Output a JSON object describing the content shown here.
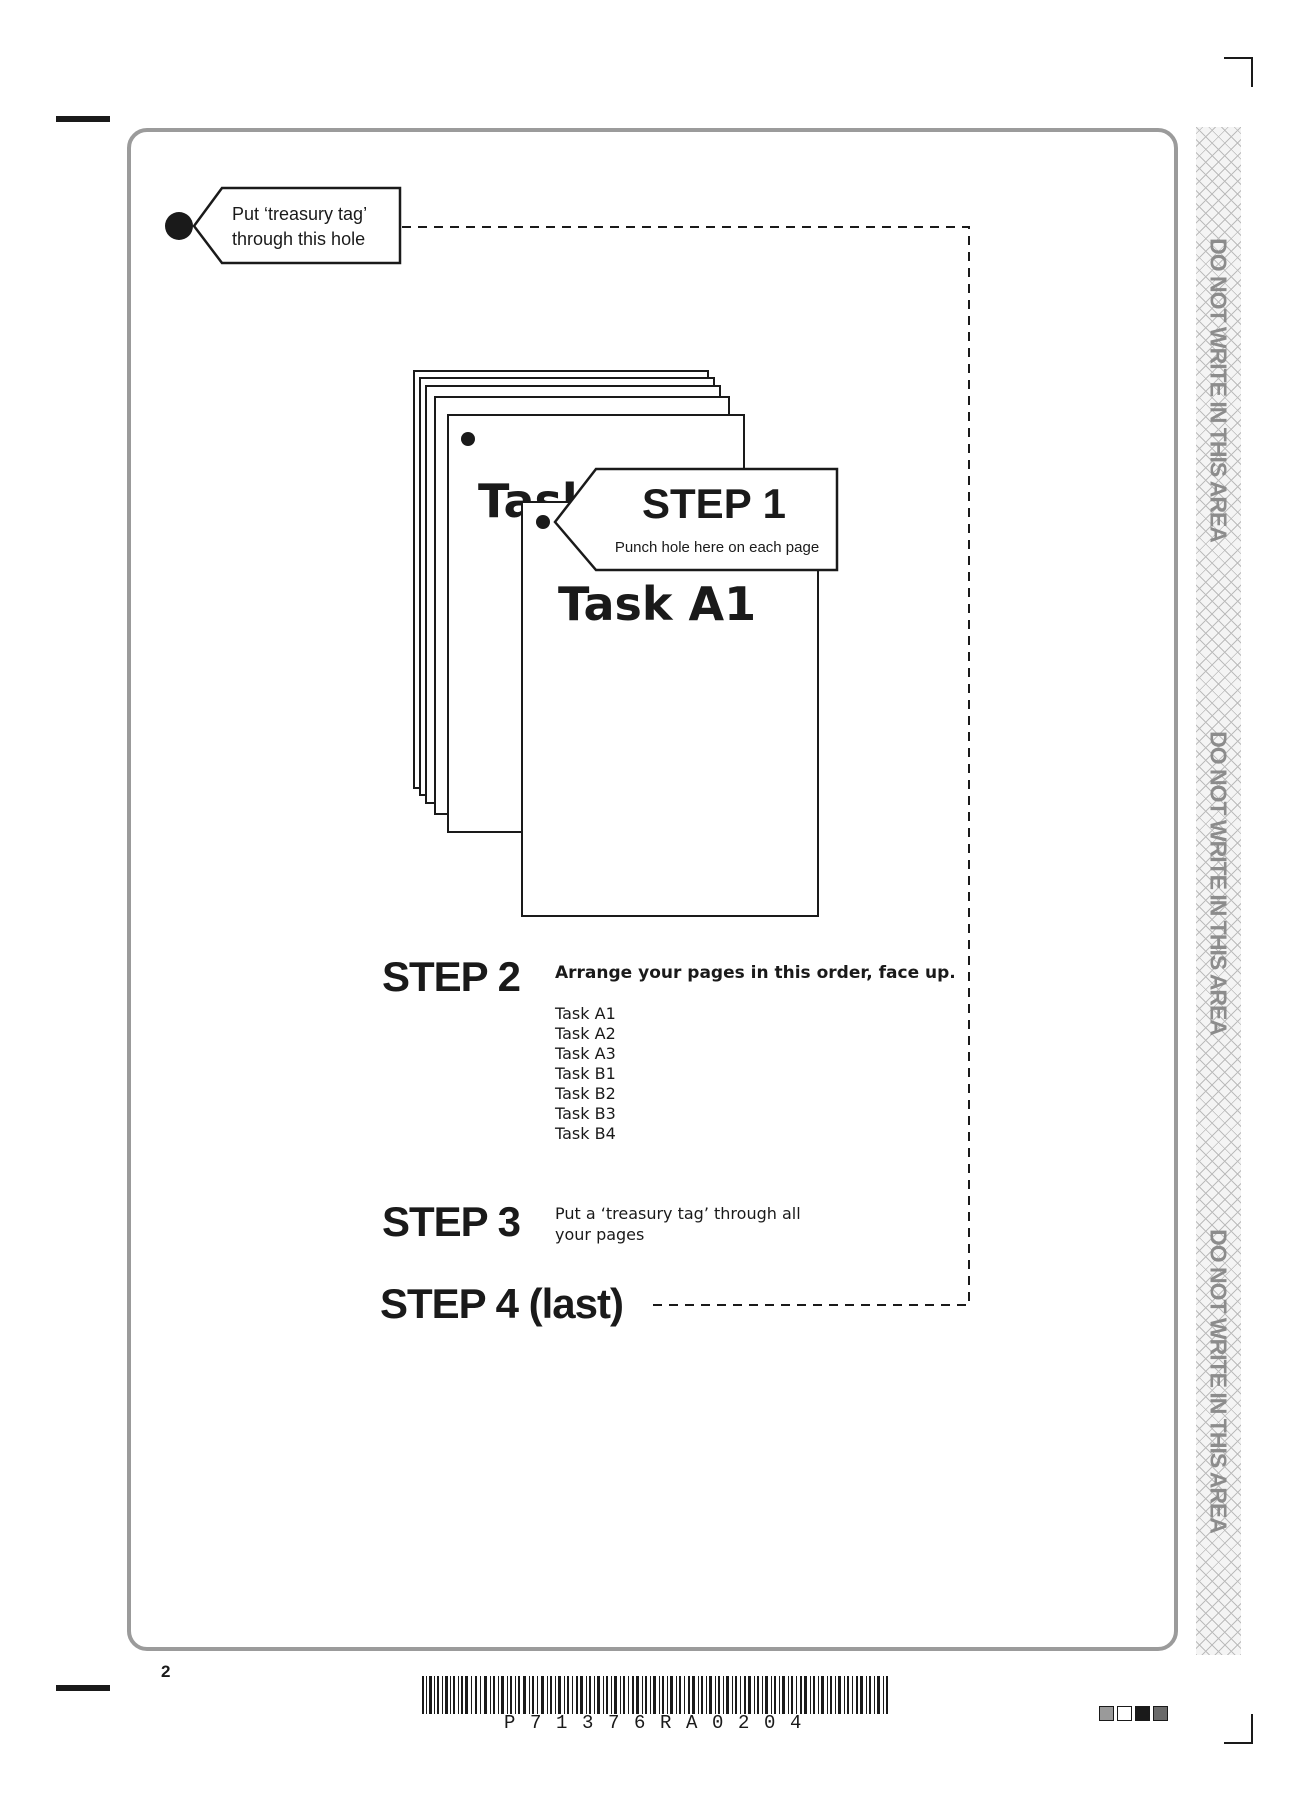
{
  "page": {
    "page_number": "2",
    "barcode_text": "P71376RA0204",
    "side_warning": "DO NOT WRITE IN THIS AREA"
  },
  "tag_label": {
    "line1": "Put ‘treasury tag’",
    "line2": "through this hole"
  },
  "illustration": {
    "back_page_title": "Task",
    "front_page_title": "Task A1",
    "step1_title": "STEP 1",
    "step1_caption": "Punch hole here on each page"
  },
  "steps": {
    "step2": {
      "title": "STEP 2",
      "instruction": "Arrange your pages in this order, face up.",
      "order": [
        "Task A1",
        "Task A2",
        "Task A3",
        "Task B1",
        "Task B2",
        "Task B3",
        "Task B4"
      ]
    },
    "step3": {
      "title": "STEP 3",
      "line1": "Put a ‘treasury tag’ through all",
      "line2": "your pages"
    },
    "step4": {
      "title": "STEP 4 (last)"
    }
  },
  "colors": {
    "frame_border": "#9b9b9b",
    "ink": "#1a1a1a",
    "side_text": "#8c8c8c"
  }
}
